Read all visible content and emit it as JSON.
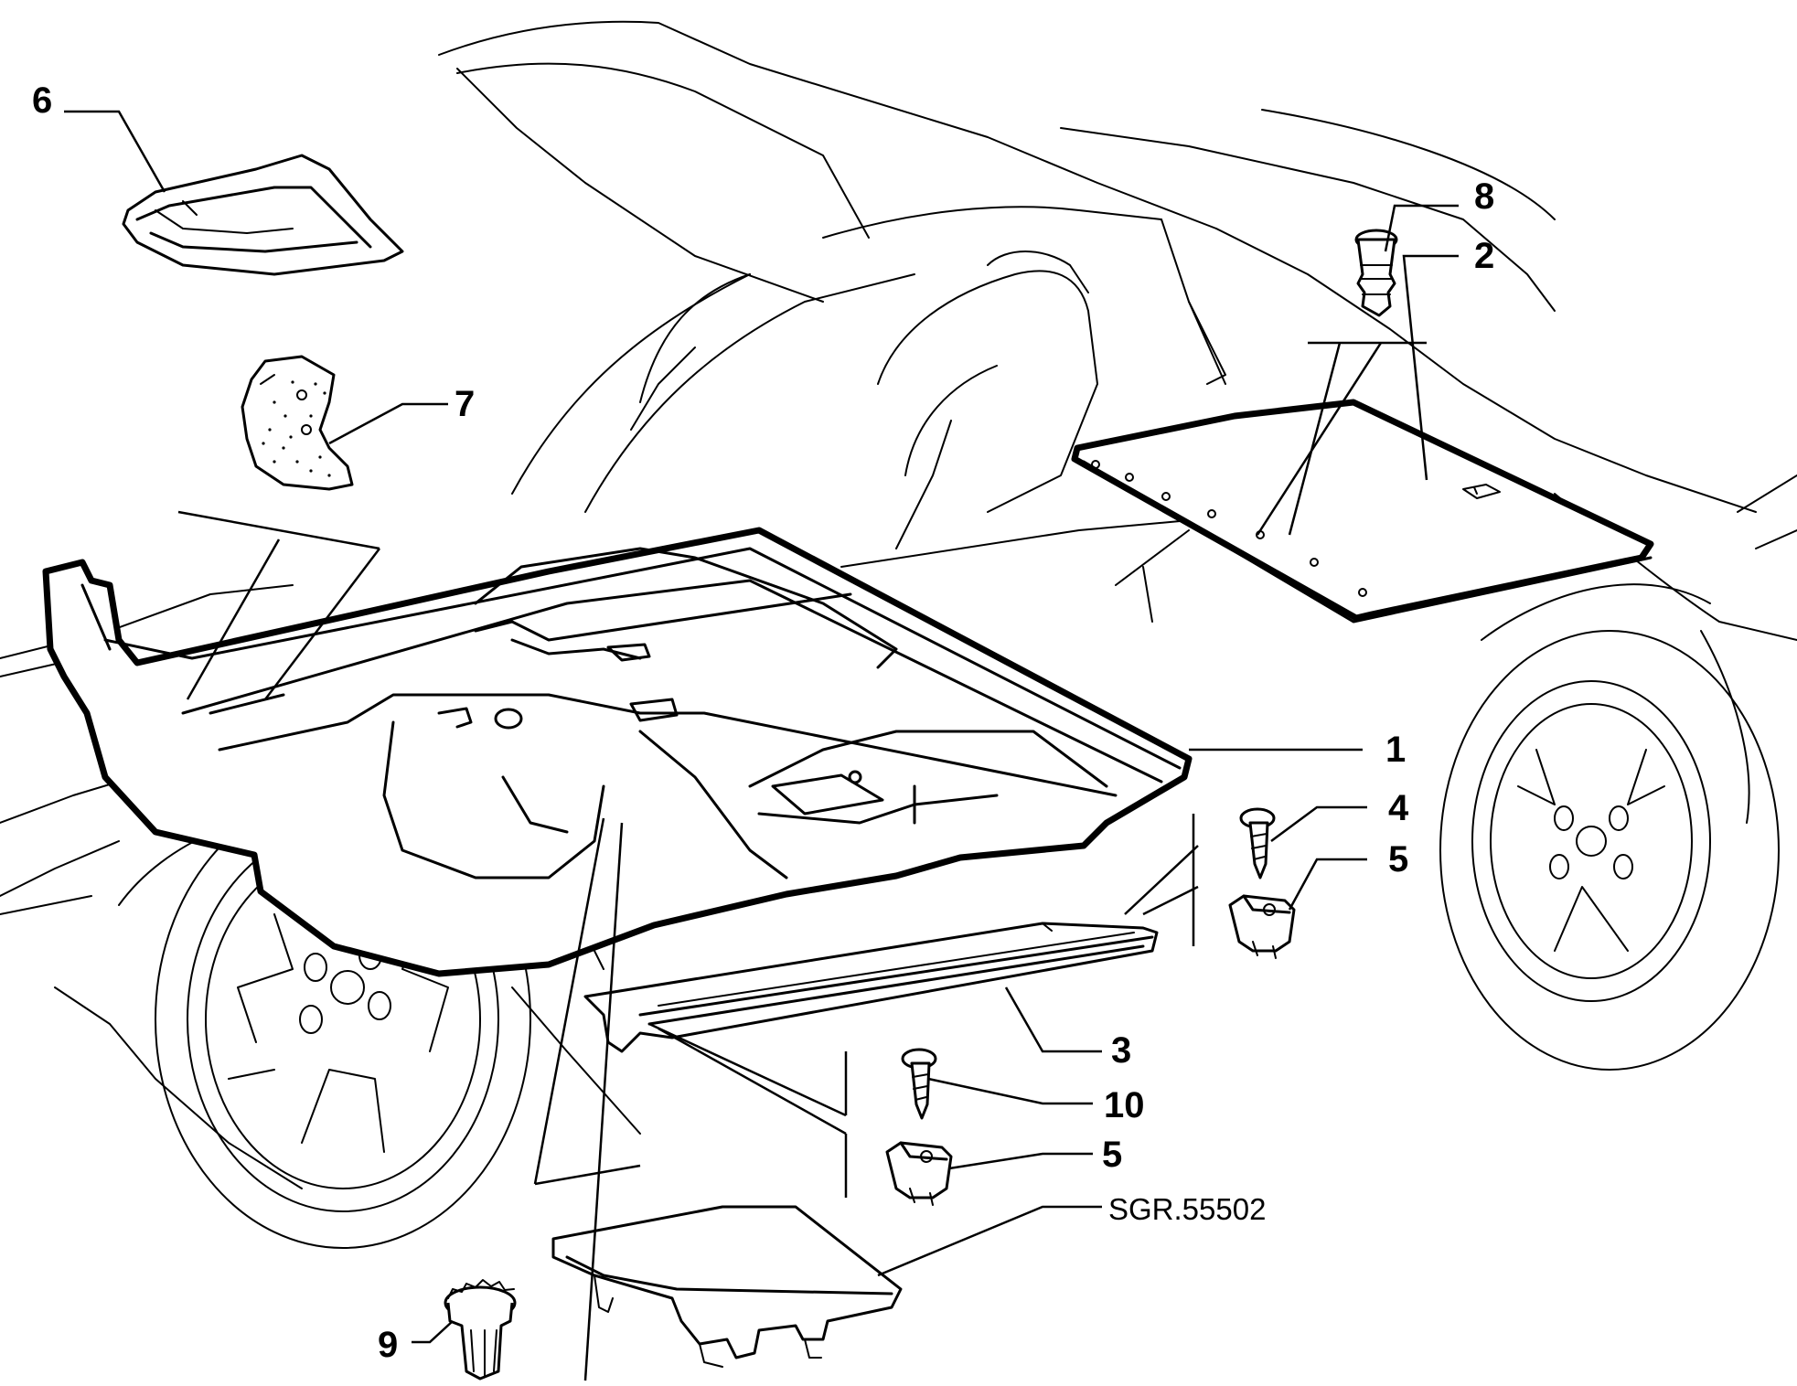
{
  "callouts": [
    "1",
    "2",
    "3",
    "4",
    "5",
    "5",
    "6",
    "7",
    "8",
    "9",
    "10"
  ],
  "drawing_code": "SGR.55502"
}
